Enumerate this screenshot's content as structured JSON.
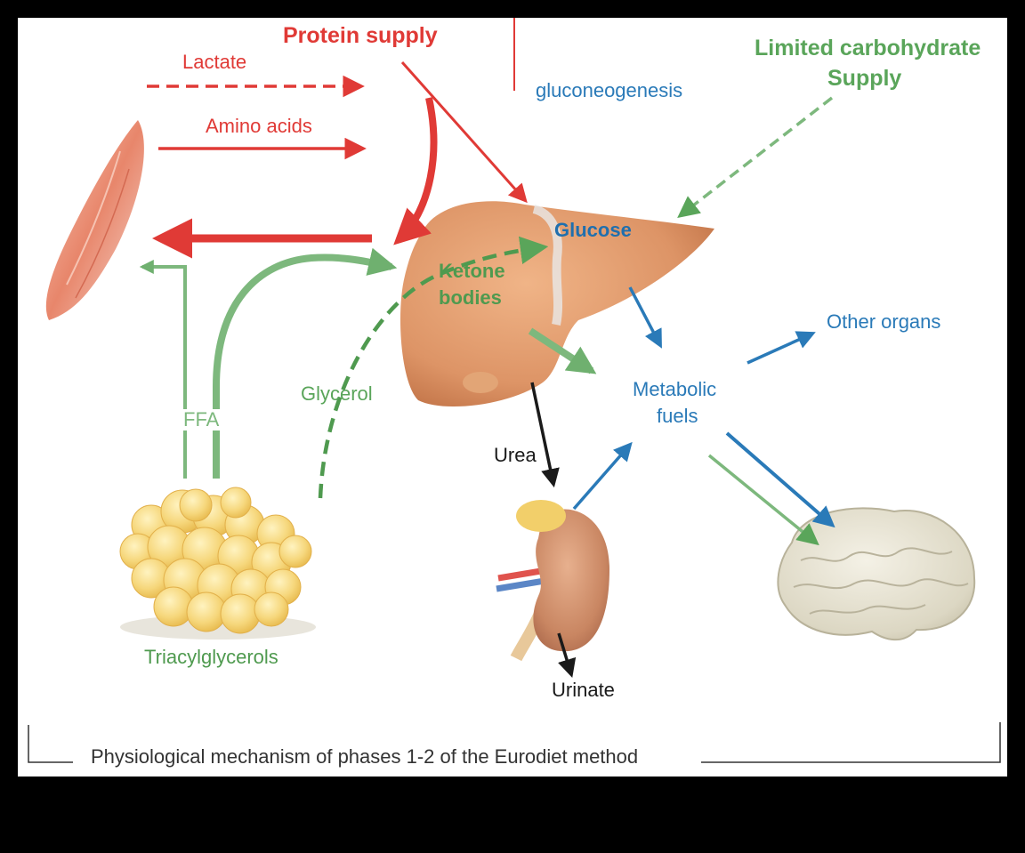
{
  "colors": {
    "red": "#e03a36",
    "green": "#5aa55a",
    "green_light": "#7db87d",
    "blue": "#2a7ab8",
    "black": "#1a1a1a",
    "liver": "#dd9466",
    "background": "#ffffff",
    "frame": "#000000"
  },
  "labels": {
    "protein_supply": "Protein supply",
    "lactate": "Lactate",
    "amino_acids": "Amino acids",
    "gluconeogenesis": "gluconeogenesis",
    "limited_carb_1": "Limited carbohydrate",
    "limited_carb_2": "Supply",
    "glucose": "Glucose",
    "ketone_1": "Ketone",
    "ketone_2": "bodies",
    "other_organs": "Other organs",
    "metabolic_1": "Metabolic",
    "metabolic_2": "fuels",
    "glycerol": "Glycerol",
    "ffa": "FFA",
    "urea": "Urea",
    "urinate": "Urinate",
    "triacylglycerols": "Triacylglycerols"
  },
  "caption": "Physiological mechanism of phases 1-2 of the Eurodiet method",
  "illustrations": [
    "muscle",
    "liver",
    "fat-cells",
    "kidney",
    "brain"
  ]
}
